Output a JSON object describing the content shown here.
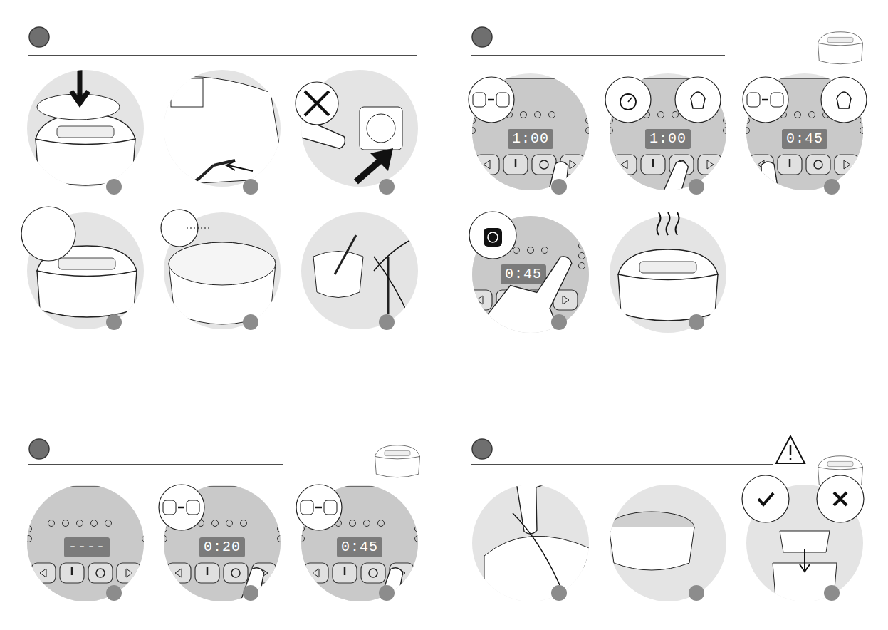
{
  "diagram": {
    "labels": [
      "1:00",
      "1:00",
      "0:45",
      "0:45",
      "----",
      "0:20",
      "0:45"
    ]
  }
}
